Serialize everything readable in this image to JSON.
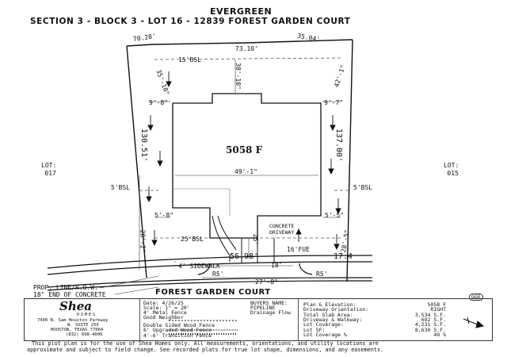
{
  "header": {
    "subdivision": "EVERGREEN",
    "lot_line": "SECTION 3 - BLOCK 3 - LOT 16 - 12839 FOREST GARDEN COURT"
  },
  "plan": {
    "house_label": "5058 F",
    "lot_left": [
      "LOT:",
      "017"
    ],
    "lot_right": [
      "LOT:",
      "015"
    ],
    "dims": {
      "top_a": "70.28'",
      "top_b": "73.10'",
      "top_c": "35.04'",
      "bsl_top": "15'BSL",
      "left_diag": "35'-10\"",
      "left_upper_offset": "9'-8\"",
      "center_top": "30'-10\"",
      "right_diag": "42'-1\"",
      "right_upper_offset": "9'-7\"",
      "left_side": "130.51'",
      "right_side": "137.00'",
      "width": "49'-1\"",
      "left_bsl": "5'BSL",
      "right_bsl": "5'BSL",
      "left_lower_offset": "5'-8\"",
      "right_lower_offset": "5'-5\"",
      "left_front": "28'-2\"",
      "front_bsl": "25'BSL",
      "drive_depth": "25'",
      "right_front": "28'-5\"",
      "concrete_driveway": [
        "CONCRETE",
        "DRIVEWAY"
      ],
      "fue": "16'FUE",
      "front_a": "56.98'",
      "front_b": "17.4",
      "sidewalk": "4' SIDEWALK",
      "walk_width": "18'",
      "radius_left": "R5'",
      "radius_right": "R5'",
      "curb_width": "27'-8\""
    },
    "prop_line": "PROP. LINE/R.O.W.",
    "end_concrete": "18\" END OF CONCRETE",
    "street": "FOREST GARDEN COURT",
    "stamp": "GGE"
  },
  "titleblock": {
    "logo": "Shea",
    "logo_sub": "HOMES",
    "address": [
      "7400 N. Sam Houston Parkway",
      "W. SUITE 250",
      "HOUSTON, TEXAS 77064",
      "(832) 698-4000"
    ],
    "date": "Date: 4/26/25",
    "scale": "Scale: 1\" = 20'",
    "metal_fence": "4' Metal Fence",
    "good_neighbor": "Good Neighbor",
    "double_sided": "Double Sided Wood Fence",
    "upgraded": "6' Upgraded Wood Fence",
    "transition": "4'-6' Transition Fence",
    "buyers": "BUYERS NAME:",
    "pipeline": "PIPELINE",
    "drainage": "Drainage Flow",
    "stats": [
      {
        "label": "Plan & Elevation:",
        "value": "5058 F"
      },
      {
        "label": "Driveway Orientation:",
        "value": "RIGHT"
      },
      {
        "label": "Total Slab Area:",
        "value": "3,534 S.F."
      },
      {
        "label": "Driveway & Walkway:",
        "value": "692 S.F."
      },
      {
        "label": "Lot Coverage:",
        "value": "4,231 S.F."
      },
      {
        "label": "Lot SF:",
        "value": "8,630 S.F."
      },
      {
        "label": "Lot Coverage %",
        "value": "49 %"
      }
    ]
  },
  "footer": {
    "line1": "This plot plan is for the use of Shea Homes only. All measurements, orientations, and utility locations are",
    "line2": "approximate and subject to field change. See recorded plats for true lot shape, dimensions, and any easements."
  }
}
